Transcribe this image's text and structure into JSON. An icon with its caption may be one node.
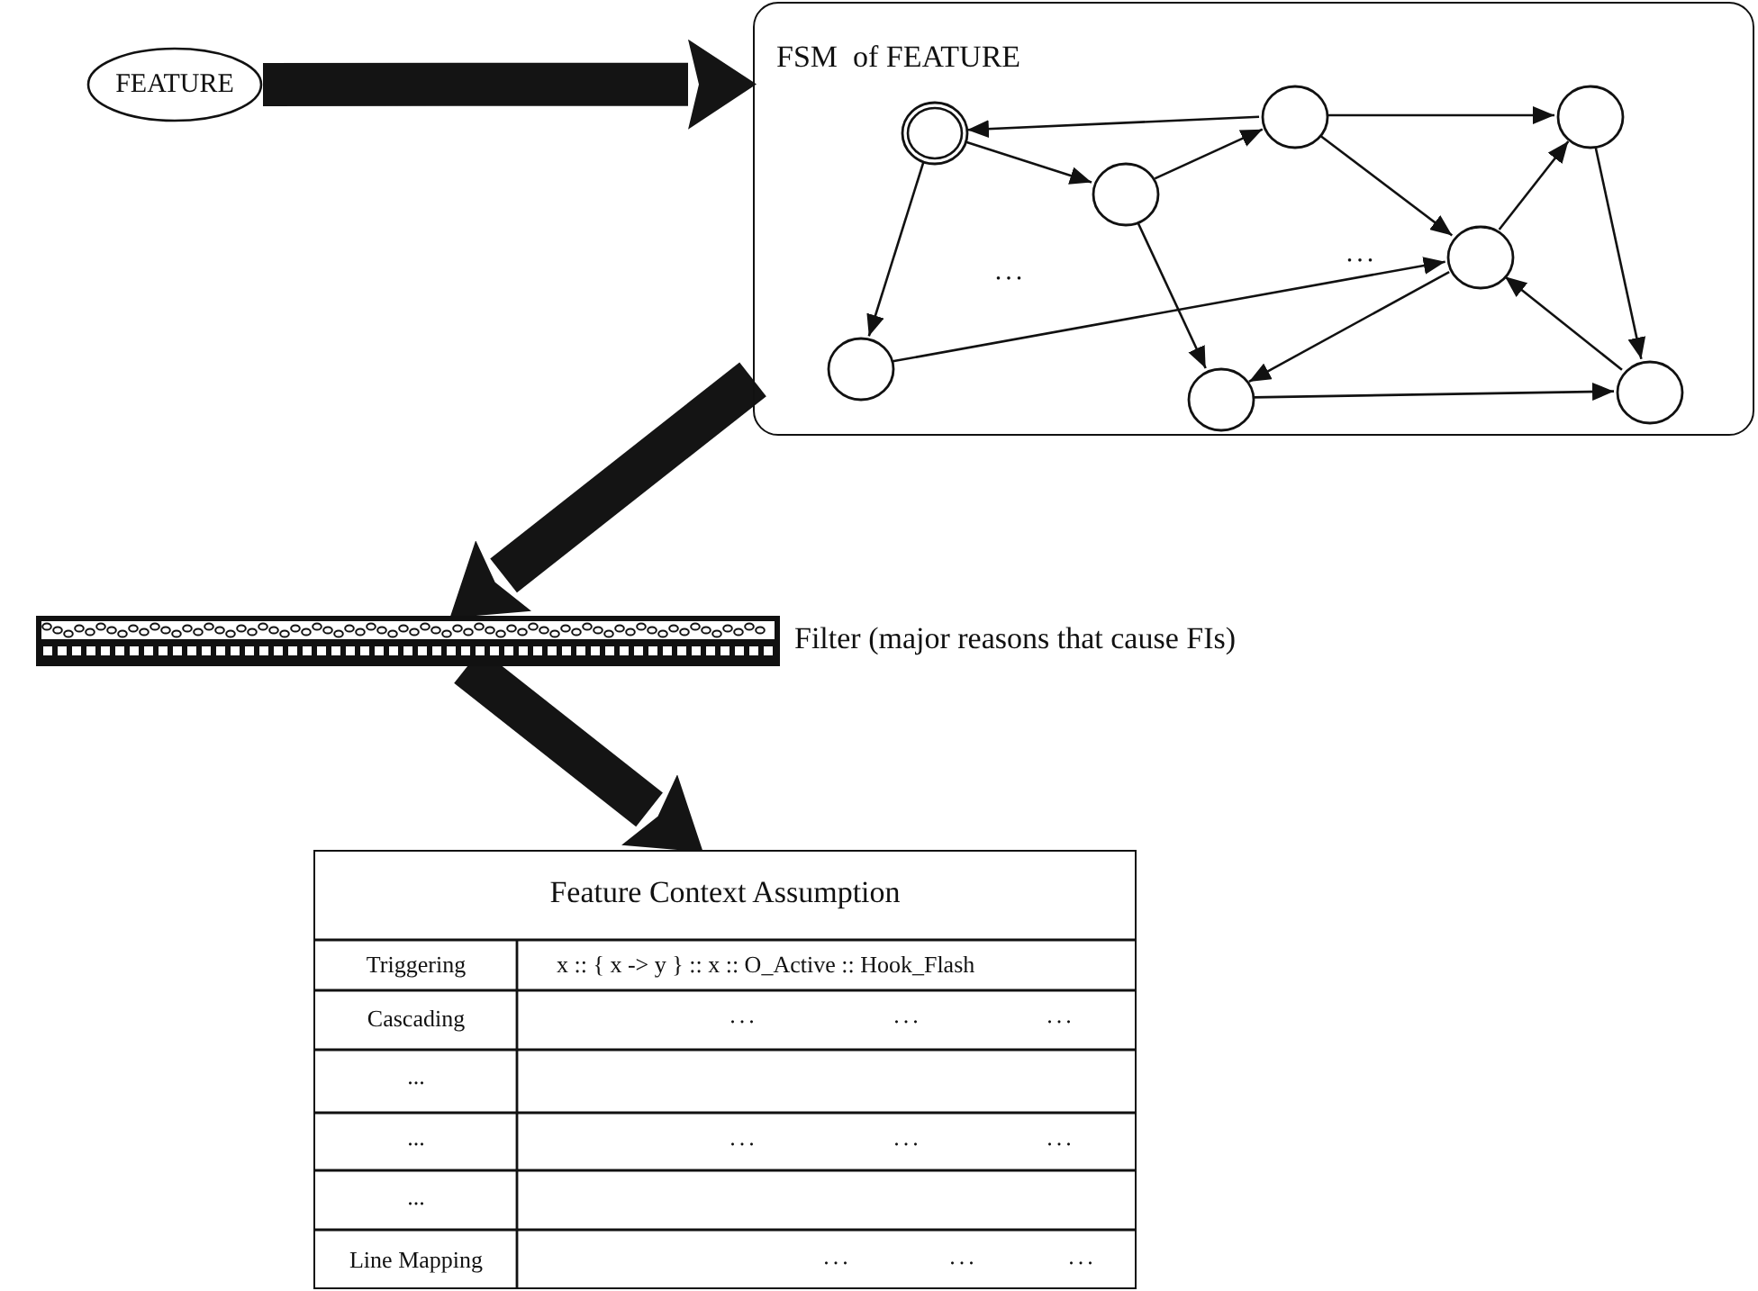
{
  "diagram": {
    "nodes": [
      {
        "text": [
          "FEATURE"
        ]
      },
      {
        "text": [
          "FSM  of FEATURE"
        ]
      },
      {
        "text": [],
        "shape": "circle",
        "in": 1
      },
      {
        "text": [],
        "shape": "circle",
        "in": 1
      },
      {
        "text": [],
        "shape": "circle",
        "in": 1
      },
      {
        "text": [],
        "shape": "circle",
        "in": 1
      },
      {
        "text": [],
        "shape": "circle",
        "in": 1
      },
      {
        "text": [],
        "shape": "circle",
        "in": 1
      },
      {
        "text": [],
        "shape": "circle",
        "in": 1
      },
      {
        "text": [],
        "shape": "circle",
        "in": 1
      },
      {
        "text": [],
        "shape": "bar",
        "beside": [
          "Filter (major reasons that cause FIs)"
        ]
      },
      {
        "text": [
          "Feature Context Assumption"
        ]
      }
    ],
    "edges": [
      {
        "from": 0,
        "to": 1,
        "arrow": "to",
        "style": "thick"
      },
      {
        "from": 1,
        "to": 10,
        "arrow": "to",
        "style": "thick"
      },
      {
        "from": 10,
        "to": 11,
        "arrow": "to",
        "style": "thick"
      },
      {
        "from": 3,
        "to": 2,
        "arrow": "to"
      },
      {
        "from": 2,
        "to": 5,
        "arrow": "to"
      },
      {
        "from": 5,
        "to": 3,
        "arrow": "to"
      },
      {
        "from": 3,
        "to": 4,
        "arrow": "to"
      },
      {
        "from": 3,
        "to": 6,
        "arrow": "to"
      },
      {
        "from": 2,
        "to": 7,
        "arrow": "to"
      },
      {
        "from": 5,
        "to": 8,
        "arrow": "to"
      },
      {
        "from": 7,
        "to": 6,
        "arrow": "to"
      },
      {
        "from": 6,
        "to": 4,
        "arrow": "to"
      },
      {
        "from": 4,
        "to": 9,
        "arrow": "to"
      },
      {
        "from": 9,
        "to": 6,
        "arrow": "to"
      },
      {
        "from": 6,
        "to": 8,
        "arrow": "to"
      },
      {
        "from": 8,
        "to": 9,
        "arrow": "to"
      }
    ],
    "labels": [
      "...",
      "...",
      "Triggering",
      "x :: { x -> y } :: x :: O_Active :: Hook_Flash",
      "Cascading",
      "...",
      "...",
      "...",
      "...",
      "...",
      "...",
      "...",
      "...",
      "...",
      "Line Mapping",
      "...",
      "...",
      "..."
    ]
  }
}
